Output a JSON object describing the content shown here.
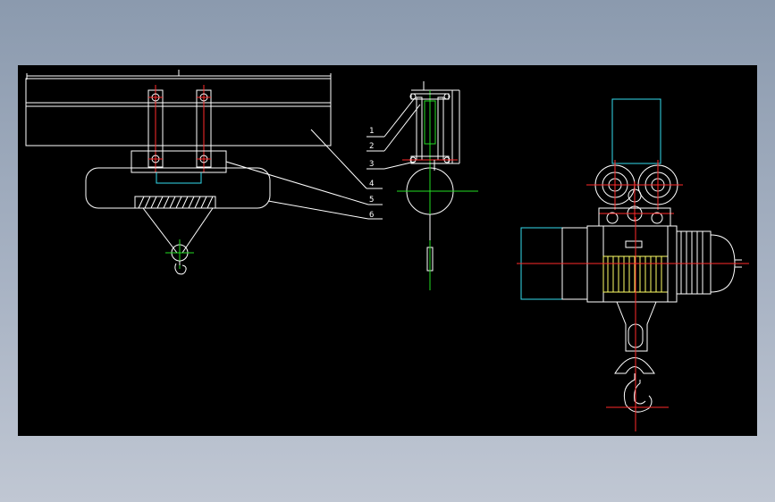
{
  "drawing": {
    "background": "#000000",
    "desktop_color": "#97a4b7",
    "colors": {
      "outline": "#ffffff",
      "centerline": "#ff2a2a",
      "axis": "#22dd22",
      "aux": "#33ddee",
      "hatch": "#ffff66"
    }
  },
  "callouts": [
    {
      "num": "1"
    },
    {
      "num": "2"
    },
    {
      "num": "3"
    },
    {
      "num": "4"
    },
    {
      "num": "5"
    },
    {
      "num": "6"
    }
  ]
}
